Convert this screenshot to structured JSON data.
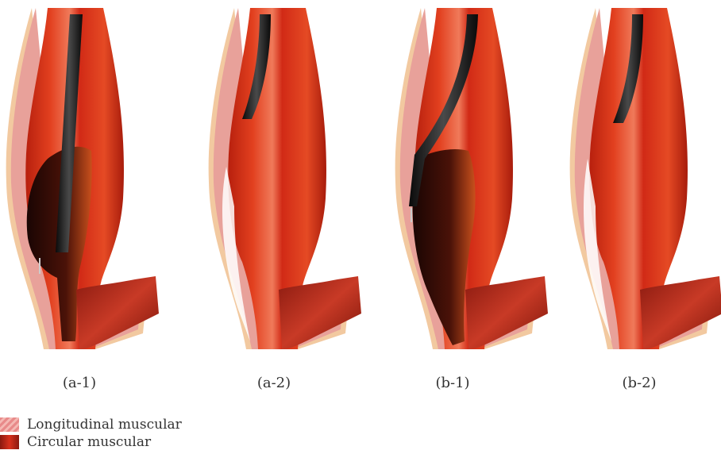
{
  "panels": [
    {
      "label": "(a-1)"
    },
    {
      "label": "(a-2)"
    },
    {
      "label": "(b-1)"
    },
    {
      "label": "(b-2)"
    }
  ],
  "legend": [
    {
      "label": "Longitudinal muscular",
      "color": "#e88a8a"
    },
    {
      "label": "Circular muscular",
      "color": "#b5362d"
    }
  ],
  "colors": {
    "muscle": "#d8301d",
    "muscle_dark": "#a7200f",
    "lumen": "#2a0a05",
    "mucosa_pink": "#e9a3a0",
    "serosa": "#f5c99a",
    "endoscope": "#1e1e1e"
  }
}
